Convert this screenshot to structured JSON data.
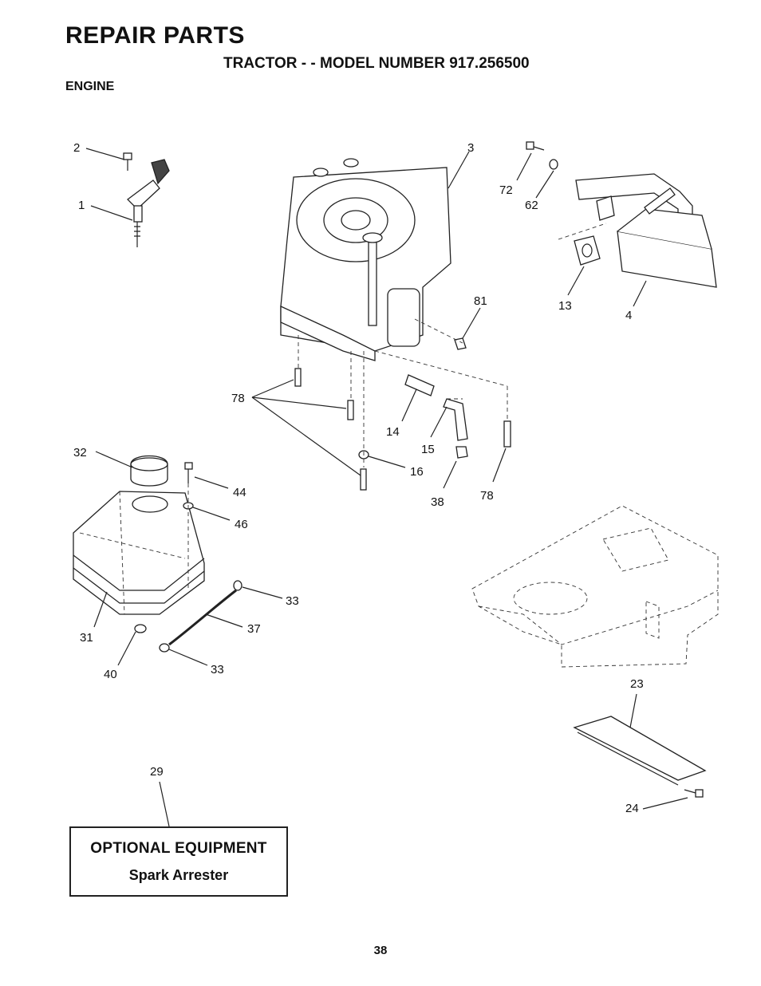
{
  "header": {
    "title": "REPAIR PARTS",
    "subtitle": "TRACTOR - - MODEL NUMBER 917.256500",
    "section": "ENGINE"
  },
  "callouts": [
    {
      "id": "c1",
      "label": "1"
    },
    {
      "id": "c2",
      "label": "2"
    },
    {
      "id": "c3",
      "label": "3"
    },
    {
      "id": "c4",
      "label": "4"
    },
    {
      "id": "c13",
      "label": "13"
    },
    {
      "id": "c14",
      "label": "14"
    },
    {
      "id": "c15",
      "label": "15"
    },
    {
      "id": "c16",
      "label": "16"
    },
    {
      "id": "c23",
      "label": "23"
    },
    {
      "id": "c24",
      "label": "24"
    },
    {
      "id": "c29",
      "label": "29"
    },
    {
      "id": "c31",
      "label": "31"
    },
    {
      "id": "c32",
      "label": "32"
    },
    {
      "id": "c33a",
      "label": "33"
    },
    {
      "id": "c33b",
      "label": "33"
    },
    {
      "id": "c37",
      "label": "37"
    },
    {
      "id": "c38",
      "label": "38"
    },
    {
      "id": "c40",
      "label": "40"
    },
    {
      "id": "c44",
      "label": "44"
    },
    {
      "id": "c46",
      "label": "46"
    },
    {
      "id": "c62",
      "label": "62"
    },
    {
      "id": "c72",
      "label": "72"
    },
    {
      "id": "c78a",
      "label": "78"
    },
    {
      "id": "c78b",
      "label": "78"
    },
    {
      "id": "c81",
      "label": "81"
    }
  ],
  "optional": {
    "title": "OPTIONAL EQUIPMENT",
    "item": "Spark Arrester"
  },
  "page_number": "38"
}
